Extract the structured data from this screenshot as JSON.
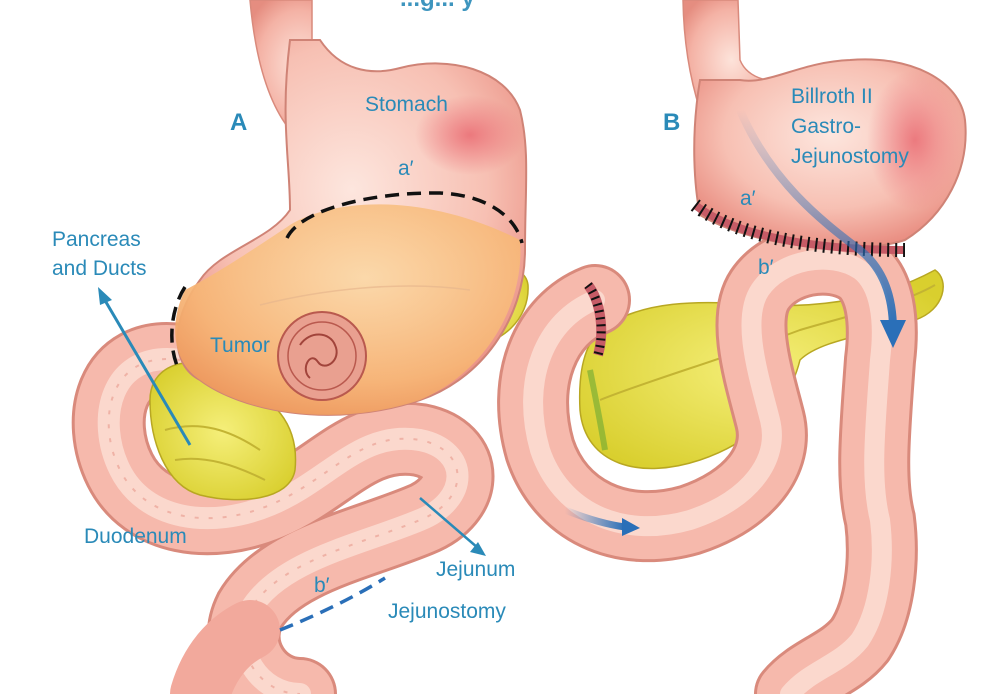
{
  "header": {
    "partial_title": "...g... y"
  },
  "panel_a": {
    "letter": "A",
    "labels": {
      "stomach": "Stomach",
      "a_prime": "a′",
      "pancreas_line1": "Pancreas",
      "pancreas_line2": "and Ducts",
      "tumor": "Tumor",
      "duodenum": "Duodenum",
      "jejunum": "Jejunum",
      "b_prime": "b′",
      "jejunostomy": "Jejunostomy"
    }
  },
  "panel_b": {
    "letter": "B",
    "labels": {
      "title_line1": "Billroth II",
      "title_line2": "Gastro-",
      "title_line3": "Jejunostomy",
      "a_prime": "a′",
      "b_prime": "b′"
    }
  },
  "colors": {
    "label_blue": "#2a8ab8",
    "intestine_pink": "#f2a99c",
    "tissue_light": "#fbd3c8",
    "tumor_orange": "#f6b36e",
    "pancreas_yellow": "#e8e04a",
    "outline": "#b86a5e"
  }
}
